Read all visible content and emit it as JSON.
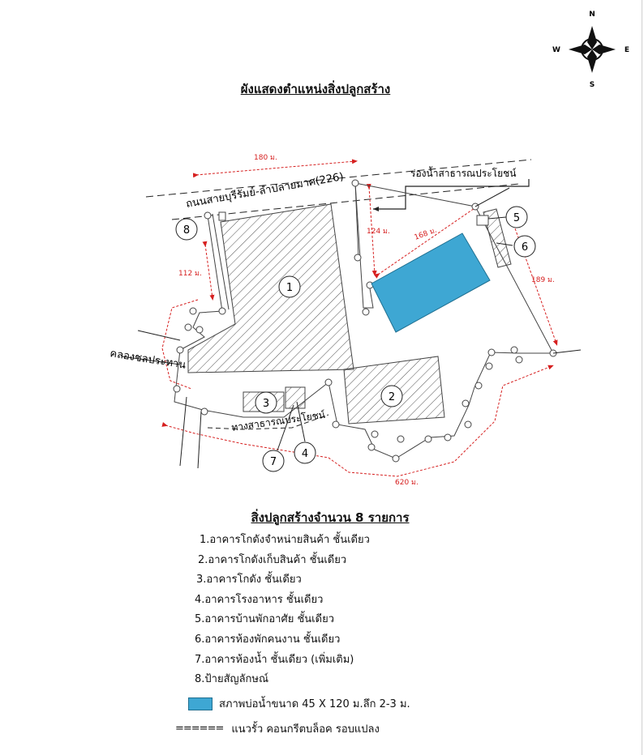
{
  "title": "ผังแสดงตำแหน่งสิ่งปลูกสร้าง",
  "compass": {
    "north": "N",
    "south": "S",
    "east": "E",
    "west": "W"
  },
  "map": {
    "road_label": "ถนนสายบุรีรัมย์-ลำปลายมาศ(226)",
    "drain_label": "ร่องน้ำสาธารณประโยชน์",
    "canal_label": "คลองชลประทาน",
    "public_way_label": "ทางสาธารณประโยชน์",
    "dims": {
      "top": "180 ม.",
      "east_short": "124 ม.",
      "pond_side": "168 ม.",
      "east_long": "189 ม.",
      "west": "112 ม.",
      "south": "620 ม."
    },
    "markers": [
      "1",
      "2",
      "3",
      "4",
      "5",
      "6",
      "7",
      "8"
    ]
  },
  "list": {
    "title": "สิ่งปลูกสร้างจำนวน 8 รายการ",
    "items": [
      "1.อาคารโกดังจำหน่ายสินค้า ชั้นเดียว",
      "2.อาคารโกดังเก็บสินค้า ชั้นเดียว",
      "3.อาคารโกดัง ชั้นเดียว",
      "4.อาคารโรงอาหาร ชั้นเดียว",
      "5.อาคารบ้านพักอาศัย ชั้นเดียว",
      "6.อาคารห้องพักคนงาน ชั้นเดียว",
      "7.อาคารห้องน้ำ ชั้นเดียว (เพิ่มเติม)",
      "8.ป้ายสัญลักษณ์"
    ]
  },
  "legend": {
    "pond": "สภาพบ่อน้ำขนาด 45 X 120 ม.ลึก 2-3 ม.",
    "fence_symbol": "======",
    "fence": "แนวรั้ว คอนกรีตบล็อค รอบแปลง"
  },
  "colors": {
    "pond": "#3ea7d3",
    "dimension": "#d62020",
    "line": "#222222"
  }
}
